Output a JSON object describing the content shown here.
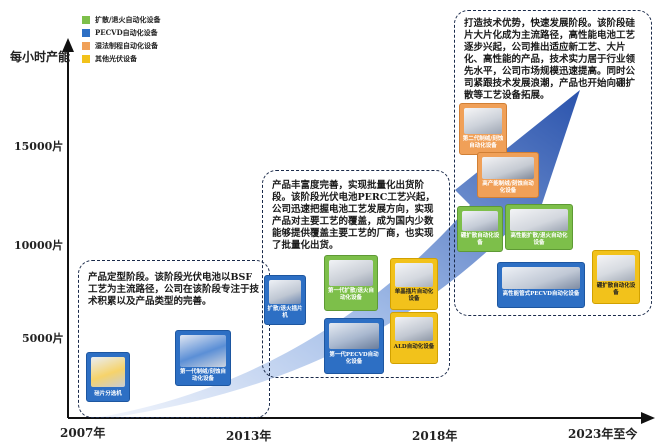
{
  "colors": {
    "green": "#7dbf4a",
    "blue": "#2d6fc4",
    "orange": "#f0a058",
    "yellow": "#f2c21b",
    "box_border": "#1a2a4a",
    "arrow_dark": "#1f4aa8",
    "arrow_light": "#e6eefb"
  },
  "legend": [
    {
      "label": "扩散/退火自动化设备",
      "color": "green"
    },
    {
      "label": "PECVD自动化设备",
      "color": "blue"
    },
    {
      "label": "湿法制程自动化设备",
      "color": "orange"
    },
    {
      "label": "其他光伏设备",
      "color": "yellow"
    }
  ],
  "axis": {
    "y_title": "每小时产能",
    "y_ticks": [
      "15000片",
      "10000片",
      "5000片"
    ],
    "x_ticks": [
      "2007年",
      "2013年",
      "2018年",
      "2023年至今"
    ]
  },
  "phases": {
    "p1": "产品定型阶段。该阶段光伏电池以BSF工艺为主流路径，公司在该阶段专注于技术积累以及产品类型的完善。",
    "p2": "产品丰富度完善，实现批量化出货阶段。该阶段光伏电池PERC工艺兴起，公司迅速把握电池工艺发展方向，实现产品对主要工艺的覆盖，成为国内少数能够提供覆盖主要工艺的厂商，也实现了批量化出货。",
    "p3": "打造技术优势，快速发展阶段。该阶段硅片大片化成为主流路径，高性能电池工艺逐步兴起，公司推出适应新工艺、大片化、高性能的产品，技术实力居于行业领先水平，公司市场规模迅速提高。同时公司紧跟技术发展浪潮，产品也开始向硼扩散等工艺设备拓展。"
  },
  "equipment": [
    {
      "id": "e1",
      "label": "硅片分选机",
      "color": "blue"
    },
    {
      "id": "e2",
      "label": "第一代制绒/刻蚀自动化设备",
      "color": "blue"
    },
    {
      "id": "e3",
      "label": "扩散/退火插片机",
      "color": "blue"
    },
    {
      "id": "e4",
      "label": "第一代扩散/退火自动化设备",
      "color": "green"
    },
    {
      "id": "e5",
      "label": "单晶插片自动化设备",
      "color": "yellow"
    },
    {
      "id": "e6",
      "label": "第一代PECVD自动化设备",
      "color": "blue"
    },
    {
      "id": "e7",
      "label": "ALD自动化设备",
      "color": "yellow"
    },
    {
      "id": "e8",
      "label": "第二代制绒/刻蚀自动化设备",
      "color": "orange"
    },
    {
      "id": "e9",
      "label": "高产能制绒/刻蚀自动化设备",
      "color": "orange"
    },
    {
      "id": "e10",
      "label": "硼扩散自动化设备",
      "color": "green"
    },
    {
      "id": "e11",
      "label": "高性能扩散/退火自动化设备",
      "color": "green"
    },
    {
      "id": "e12",
      "label": "高性能管式PECVD自动化设备",
      "color": "blue"
    },
    {
      "id": "e13",
      "label": "硼扩散自动化设备",
      "color": "yellow"
    }
  ]
}
